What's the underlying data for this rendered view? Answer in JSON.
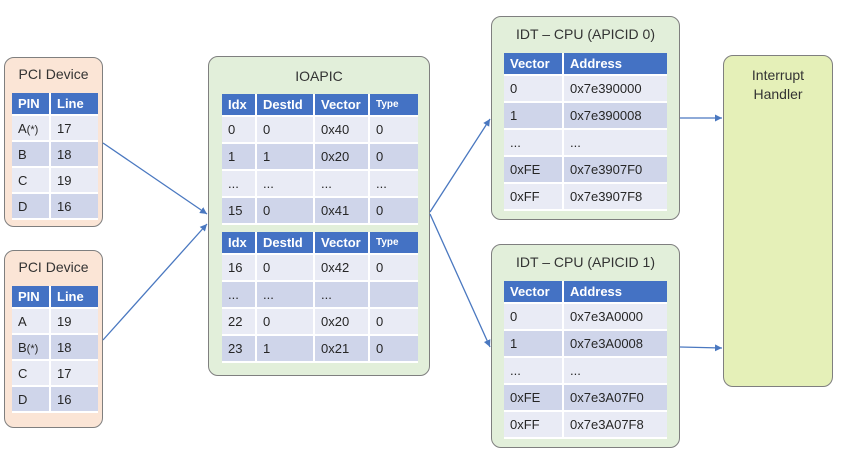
{
  "pci_devices": [
    {
      "title": "PCI Device",
      "headers": [
        "PIN",
        "Line"
      ],
      "rows": [
        {
          "pin": "A",
          "mark": "(*)",
          "line": "17"
        },
        {
          "pin": "B",
          "mark": "",
          "line": "18"
        },
        {
          "pin": "C",
          "mark": "",
          "line": "19"
        },
        {
          "pin": "D",
          "mark": "",
          "line": "16"
        }
      ]
    },
    {
      "title": "PCI Device",
      "headers": [
        "PIN",
        "Line"
      ],
      "rows": [
        {
          "pin": "A",
          "mark": "",
          "line": "19"
        },
        {
          "pin": "B",
          "mark": "(*)",
          "line": "18"
        },
        {
          "pin": "C",
          "mark": "",
          "line": "17"
        },
        {
          "pin": "D",
          "mark": "",
          "line": "16"
        }
      ]
    }
  ],
  "ioapic": {
    "title": "IOAPIC",
    "tables": [
      {
        "headers": [
          "Idx",
          "DestId",
          "Vector",
          "Type"
        ],
        "rows": [
          [
            "0",
            "0",
            "0x40",
            "0"
          ],
          [
            "1",
            "1",
            "0x20",
            "0"
          ],
          [
            "...",
            "...",
            "...",
            "..."
          ],
          [
            "15",
            "0",
            "0x41",
            "0"
          ]
        ]
      },
      {
        "headers": [
          "Idx",
          "DestId",
          "Vector",
          "Type"
        ],
        "rows": [
          [
            "16",
            "0",
            "0x42",
            "0"
          ],
          [
            "...",
            "...",
            "...",
            ""
          ],
          [
            "22",
            "0",
            "0x20",
            "0"
          ],
          [
            "23",
            "1",
            "0x21",
            "0"
          ]
        ]
      }
    ]
  },
  "idts": [
    {
      "title": "IDT – CPU (APICID 0)",
      "headers": [
        "Vector",
        "Address"
      ],
      "rows": [
        [
          "0",
          "0x7e390000"
        ],
        [
          "1",
          "0x7e390008"
        ],
        [
          "...",
          "..."
        ],
        [
          "0xFE",
          "0x7e3907F0"
        ],
        [
          "0xFF",
          "0x7e3907F8"
        ]
      ]
    },
    {
      "title": "IDT – CPU (APICID 1)",
      "headers": [
        "Vector",
        "Address"
      ],
      "rows": [
        [
          "0",
          "0x7e3A0000"
        ],
        [
          "1",
          "0x7e3A0008"
        ],
        [
          "...",
          "..."
        ],
        [
          "0xFE",
          "0x7e3A07F0"
        ],
        [
          "0xFF",
          "0x7e3A07F8"
        ]
      ]
    }
  ],
  "handler": {
    "title_line1": "Interrupt",
    "title_line2": "Handler"
  },
  "colors": {
    "pci_fill": "#fbe5d6",
    "green_fill": "#e2efda",
    "handler_fill": "#e5f0b8",
    "header_blue": "#4472c4",
    "row_dark": "#cfd5ea",
    "row_light": "#e9ebf5",
    "arrow": "#4a78c0",
    "border": "#7f7f7f"
  }
}
